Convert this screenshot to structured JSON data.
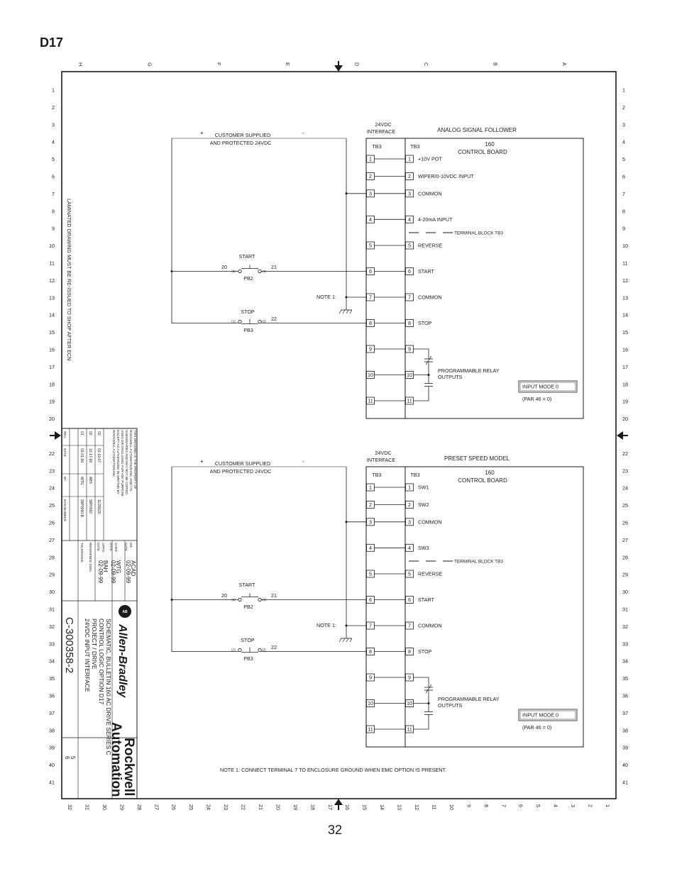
{
  "page_label": "D17",
  "page_number": "32",
  "col_letters": [
    "H",
    "G",
    "F",
    "E",
    "D",
    "C",
    "B",
    "A"
  ],
  "row_numbers_left": [
    "1",
    "2",
    "3",
    "4",
    "5",
    "6",
    "7",
    "8",
    "9",
    "10",
    "11",
    "12",
    "13",
    "14",
    "15",
    "16",
    "17",
    "18",
    "19",
    "20",
    "",
    "22",
    "23",
    "24",
    "25",
    "26",
    "27",
    "28",
    "29",
    "30",
    "31",
    "32",
    "33",
    "34",
    "35",
    "36",
    "37",
    "38",
    "39",
    "40",
    "41"
  ],
  "row_numbers_right": [
    "1",
    "2",
    "3",
    "4",
    "5",
    "6",
    "7",
    "8",
    "9",
    "10",
    "11",
    "12",
    "13",
    "14",
    "15",
    "16",
    "17",
    "18",
    "19",
    "20",
    "",
    "22",
    "23",
    "24",
    "25",
    "26",
    "27",
    "28",
    "29",
    "30",
    "31",
    "32",
    "33",
    "34",
    "35",
    "36",
    "37",
    "38",
    "39",
    "40",
    "41"
  ],
  "bottom_numbers": [
    "32",
    "31",
    "30",
    "29",
    "28",
    "27",
    "26",
    "25",
    "24",
    "23",
    "22",
    "21",
    "20",
    "19",
    "18",
    "17",
    "16",
    "15",
    "14",
    "13",
    "12",
    "11",
    "10",
    "9",
    "8",
    "7",
    "6",
    "5",
    "4",
    "3",
    "2",
    "1"
  ],
  "vertical_note": "LAMINATED DRAWING MUST BE RE-ISSUED TO SHOP AFTER ECN",
  "circuits": [
    {
      "title": "ANALOG SIGNAL FOLLOWER",
      "interface_line1": "24VDC",
      "interface_line2": "INTERFACE",
      "tb_left": "TB3",
      "tb_right": "TB3",
      "board_line1": "160",
      "board_line2": "CONTROL BOARD",
      "supply_plus": "+",
      "supply_minus": "-",
      "supply_line1": "CUSTOMER SUPPLIED",
      "supply_line2": "AND PROTECTED 24VDC",
      "start_label": "START",
      "start_pb": "PB2",
      "start_wire_in": "20",
      "start_wire_out": "21",
      "start_contact_in": "(3)",
      "start_contact_out": "(4)",
      "stop_label": "STOP",
      "stop_pb": "PB3",
      "stop_wire_out": "22",
      "stop_contact_in": "(1)",
      "stop_contact_out": "(2)",
      "note_ref": "NOTE 1:",
      "terminals": [
        "1",
        "2",
        "3",
        "4",
        "5",
        "6",
        "7",
        "8",
        "9",
        "10",
        "11"
      ],
      "terminal_labels": [
        "+10V POT",
        "WIPER/0-10VDC INPUT",
        "COMMON",
        "4-20mA INPUT",
        "REVERSE",
        "START",
        "COMMON",
        "STOP",
        "",
        "",
        ""
      ],
      "legend_text": "TERMINAL BLOCK TB3",
      "relay_line1": "PROGRAMMABLE RELAY",
      "relay_line2": "OUTPUTS",
      "input_mode": "INPUT MODE 0",
      "par": "(PAR 46 = 0)"
    },
    {
      "title": "PRESET SPEED MODEL",
      "interface_line1": "24VDC",
      "interface_line2": "INTERFACE",
      "tb_left": "TB3",
      "tb_right": "TB3",
      "board_line1": "160",
      "board_line2": "CONTROL BOARD",
      "supply_plus": "+",
      "supply_minus": "-",
      "supply_line1": "CUSTOMER SUPPLIED",
      "supply_line2": "AND PROTECTED 24VDC",
      "start_label": "START",
      "start_pb": "PB2",
      "start_wire_in": "20",
      "start_wire_out": "21",
      "start_contact_in": "(3)",
      "start_contact_out": "(4)",
      "stop_label": "STOP",
      "stop_pb": "PB3",
      "stop_wire_out": "22",
      "stop_contact_in": "(1)",
      "stop_contact_out": "(2)",
      "note_ref": "NOTE 1:",
      "terminals": [
        "1",
        "2",
        "3",
        "4",
        "5",
        "6",
        "7",
        "8",
        "9",
        "10",
        "11"
      ],
      "terminal_labels": [
        "SW1",
        "SW2",
        "COMMON",
        "SW3",
        "REVERSE",
        "START",
        "COMMON",
        "STOP",
        "",
        "",
        ""
      ],
      "legend_text": "TERMINAL BLOCK TB3",
      "relay_line1": "PROGRAMMABLE RELAY",
      "relay_line2": "OUTPUTS",
      "input_mode": "INPUT MODE 0",
      "par": "(PAR 46 = 0)"
    }
  ],
  "note_1": "NOTE 1: CONNECT TERMINAL 7 TO ENCLOSURE GROUND WHEN EMC OPTION IS PRESENT.",
  "title_block": {
    "property_notice": [
      "THIS DRAWING IS THE PROPERTY OF",
      "ROCKWELL AUTOMATION INC. AND ITS",
      "SUBSIDIARIES AND MAY NOT BE COPIED,",
      "USED OR DISCLOSED FOR ANY PURPOSE",
      "EXCEPT AS AUTHORIZED IN WRITING BY",
      "ROCKWELL AUTOMATION INC."
    ],
    "revisions": [
      {
        "rev": "03",
        "date": "01-19-07",
        "by": "",
        "ecn": "11/26630"
      },
      {
        "rev": "02",
        "date": "12-17-99",
        "by": "ABS",
        "ecn": "99P0062"
      },
      {
        "rev": "01",
        "date": "03-01-99",
        "by": "WTG",
        "ecn": "99P0060-B"
      }
    ],
    "rev_header": [
      "REV.",
      "DATE",
      "BY",
      "ECN NUMBER"
    ],
    "cad": "ACAD",
    "cad_date": "02-09-99",
    "drawn_by": "WTG",
    "drawn_date": "02-09-99",
    "approved_by": "BAH",
    "approved_date": "02-09-99",
    "field_labels": [
      "DR",
      "DATE",
      "CHKD",
      "DATE",
      "APP'D",
      "DATE",
      "REFERENCE DWG.",
      "TOLERANCE"
    ],
    "logo_brand": "Allen-Bradley",
    "company_line1": "Rockwell",
    "company_line2": "Automation",
    "title_lines": [
      "SCHEMATIC, BULLETIN 160 AC DRIVE SERIES C",
      "CONTROL LOGIC OPTION D17",
      "PROJECT / DRIVE",
      "24VDC INPUT INTERFACE"
    ],
    "dwg_no": "C-300358-2",
    "sheet_no": "5",
    "sheet_of": "6"
  }
}
